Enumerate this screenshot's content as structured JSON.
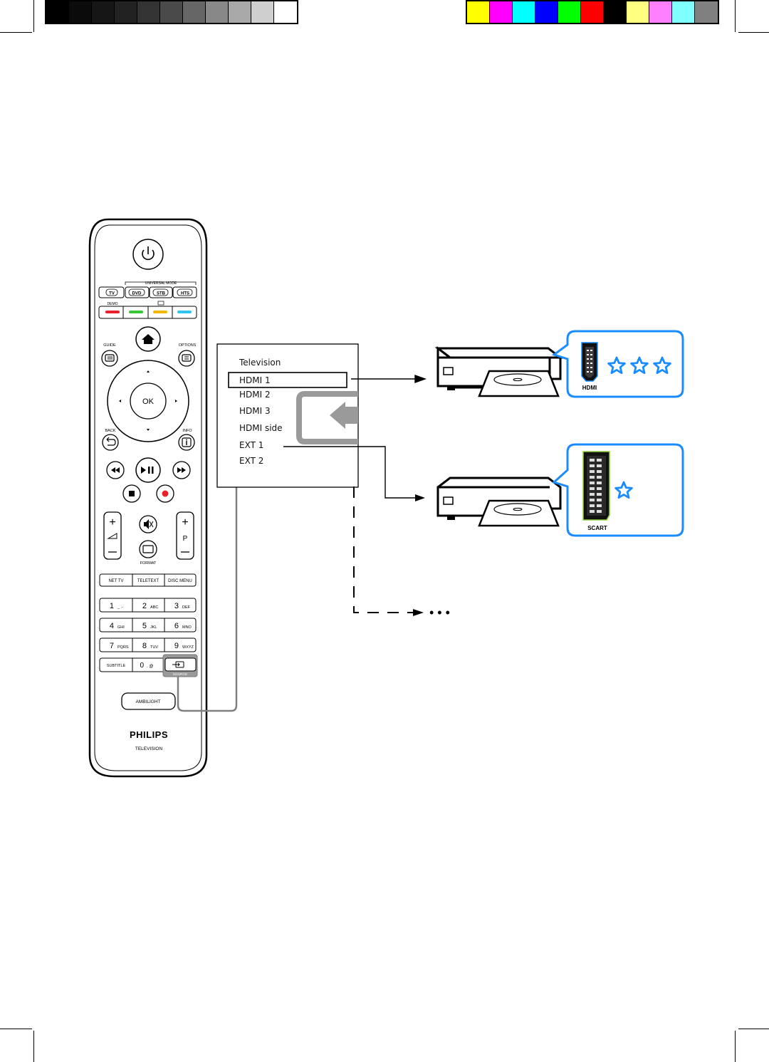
{
  "gray_swatches": [
    "#000000",
    "#0b0b0b",
    "#161616",
    "#222222",
    "#333333",
    "#4a4a4a",
    "#666666",
    "#888888",
    "#a8a8a8",
    "#cfcfcf",
    "#ffffff"
  ],
  "color_swatches": [
    "#ffff00",
    "#ff00ff",
    "#00ffff",
    "#0000ff",
    "#00ff00",
    "#ff0000",
    "#000000",
    "#ffff80",
    "#ff80ff",
    "#80ffff",
    "#808080"
  ],
  "accent_color": "#1a8cff",
  "remote": {
    "universal_mode_label": "UNIVERSAL MODE",
    "mode_buttons": [
      "TV",
      "DVD",
      "STB",
      "HTS"
    ],
    "demo_label": "DEMO",
    "color_keys": [
      "#e8202a",
      "#39c636",
      "#f2b705",
      "#2ec5f0"
    ],
    "guide_label": "GUIDE",
    "options_label": "OPTIONS",
    "ok_label": "OK",
    "back_label": "BACK",
    "info_label": "INFO",
    "p_label": "P",
    "format_label": "FORMAT",
    "function_buttons": [
      "NET TV",
      "TELETEXT",
      "DISC MENU"
    ],
    "keypad": [
      {
        "num": "1",
        "letters": "_ .-"
      },
      {
        "num": "2",
        "letters": "ABC"
      },
      {
        "num": "3",
        "letters": "DEF"
      },
      {
        "num": "4",
        "letters": "GHI"
      },
      {
        "num": "5",
        "letters": "JKL"
      },
      {
        "num": "6",
        "letters": "MNO"
      },
      {
        "num": "7",
        "letters": "PQRS"
      },
      {
        "num": "8",
        "letters": "TUV"
      },
      {
        "num": "9",
        "letters": "WXYZ"
      }
    ],
    "subtitle_label": "SUBTITLE",
    "zero_label": "0",
    "zero_letters": ". @",
    "source_label": "SOURCE",
    "ambilight_label": "AMBILIGHT",
    "brand": "PHILIPS",
    "brand_sub": "TELEVISION"
  },
  "source_menu": {
    "items": [
      "Television",
      "HDMI 1",
      "HDMI 2",
      "HDMI 3",
      "HDMI side",
      "EXT 1",
      "EXT 2"
    ],
    "selected": "HDMI 1"
  },
  "devices": [
    {
      "connector": "HDMI",
      "stars": 3
    },
    {
      "connector": "SCART",
      "stars": 1
    }
  ],
  "more_indicator": "• • •"
}
